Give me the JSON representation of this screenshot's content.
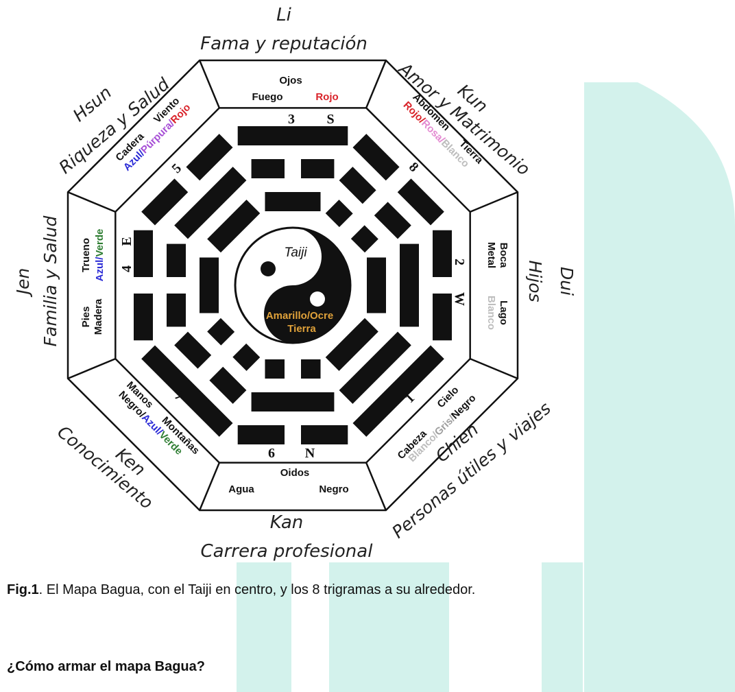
{
  "colors": {
    "teal_deco": "#d3f2ec",
    "ink": "#111111",
    "red": "#d9232a",
    "blue": "#2b2bd6",
    "purple": "#a74fd6",
    "pink": "#e38ad1",
    "green": "#2e7d32",
    "grey": "#bdbdbd",
    "ochre": "#e0a23a"
  },
  "center": {
    "label": "Taiji",
    "color_line1": "Amarillo/Ocre",
    "color_line2": "Tierra"
  },
  "outer_labels": {
    "li_name": "Li",
    "li_area": "Fama y reputación",
    "kun_name": "Kun",
    "kun_area": "Amor y Matrimonio",
    "dui_name": "Dui",
    "dui_area": "Hijos",
    "chien_name": "Chien",
    "chien_area": "Personas útiles y viajes",
    "kan_name": "Kan",
    "kan_area": "Carrera profesional",
    "ken_name": "Ken",
    "ken_area": "Conocimiento",
    "jen_name": "Jen",
    "jen_area": "Familia y Salud",
    "hsun_name": "Hsun",
    "hsun_area": "Riqueza y Salud"
  },
  "sectors": {
    "south": {
      "body": "Ojos",
      "element": "Fuego",
      "color": "Rojo",
      "number": "3",
      "direction": "S"
    },
    "southwest": {
      "body": "Abdomen",
      "element": "Tierra",
      "color_a": "Rojo/",
      "color_b": "Rosa/",
      "color_c": "Blanco",
      "number": "8"
    },
    "west": {
      "body": "Boca",
      "element_a": "Metal",
      "element_b": "Lago",
      "color": "Blanco",
      "number": "2",
      "direction": "W"
    },
    "northwest": {
      "body": "Cabeza",
      "element": "Cielo",
      "color_a": "Blanco/",
      "color_b": "Gris/",
      "color_c": "Negro",
      "number": "1"
    },
    "north": {
      "body": "Oidos",
      "element": "Agua",
      "color": "Negro",
      "number": "6",
      "direction": "N"
    },
    "northeast": {
      "body": "Manos",
      "element": "Montañas",
      "color_a": "Negro/",
      "color_b": "Azul/",
      "color_c": "Verde",
      "number": "7"
    },
    "east": {
      "body": "Pies",
      "element_a": "Madera",
      "element_b": "Trueno",
      "color_a": "Azul/",
      "color_b": "Verde",
      "number": "4",
      "direction": "E"
    },
    "southeast": {
      "body": "Cadera",
      "element": "Viento",
      "color_a": "Azul/",
      "color_b": "Púrpura/",
      "color_c": "Rojo",
      "number": "5"
    }
  },
  "trigrams_outward": {
    "south": [
      true,
      false,
      true
    ],
    "southwest": [
      false,
      false,
      false
    ],
    "west": [
      true,
      true,
      false
    ],
    "northwest": [
      true,
      true,
      true
    ],
    "north": [
      false,
      true,
      false
    ],
    "northeast": [
      false,
      false,
      true
    ],
    "east": [
      true,
      false,
      false
    ],
    "southeast": [
      true,
      true,
      false
    ]
  },
  "caption": {
    "fig": "Fig.1",
    "text": ". El Mapa Bagua, con el Taiji en centro, y los 8 trigramas a su alrededor."
  },
  "question": "¿Cómo armar el mapa Bagua?"
}
